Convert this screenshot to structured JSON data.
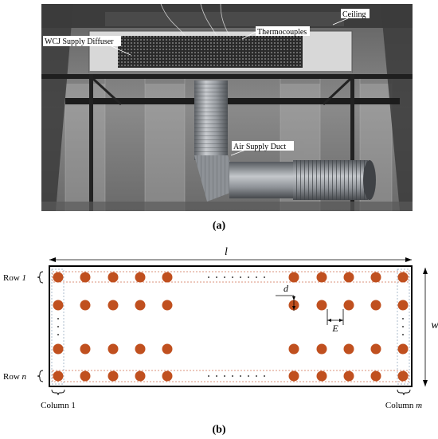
{
  "panel_a": {
    "caption": "(a)",
    "labels": {
      "ceiling": "Ceiling",
      "thermocouples": "Thermocouples",
      "diffuser": "WCJ Supply Diffuser",
      "duct": "Air Supply Duct"
    }
  },
  "panel_b": {
    "caption": "(b)",
    "dims": {
      "length": "l",
      "width": "w",
      "diameter": "d",
      "spacing": "E"
    },
    "rows": {
      "first_prefix": "Row ",
      "first_var": "1",
      "last_prefix": "Row ",
      "last_var": "n"
    },
    "columns": {
      "first": "Column 1",
      "last_prefix": "Column ",
      "last_var": "m"
    }
  },
  "colors": {
    "nozzle": "#c0501f",
    "guide_line": "#d07050",
    "column_guide": "#8aa0b8"
  }
}
